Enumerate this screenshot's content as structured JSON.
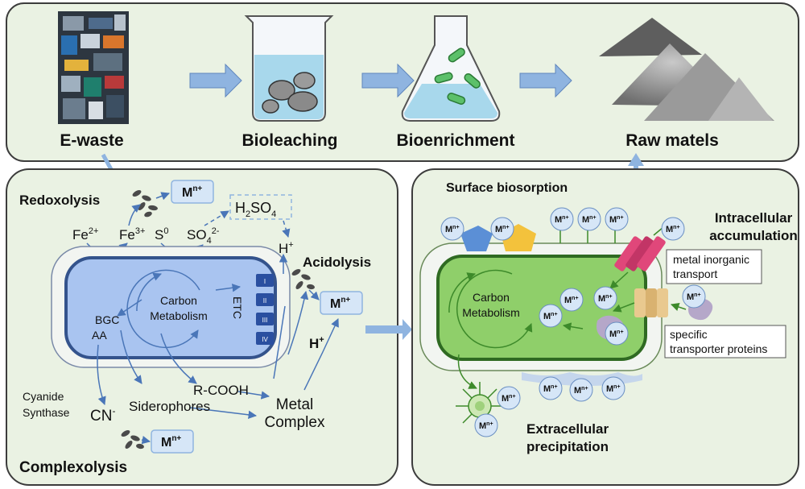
{
  "top_flow": {
    "steps": [
      "E-waste",
      "Bioleaching",
      "Bioenrichment",
      "Raw matels"
    ]
  },
  "left_panel": {
    "redoxolysis": "Redoxolysis",
    "acidolysis": "Acidolysis",
    "complexolysis": "Complexolysis",
    "fe2": "Fe",
    "fe2_sup": "2+",
    "fe3": "Fe",
    "fe3_sup": "3+",
    "s0": "S",
    "s0_sup": "0",
    "so4": "SO",
    "so4_sub": "4",
    "so4_sup": "2-",
    "h2so4_h": "H",
    "h2so4_2": "2",
    "h2so4_so": "SO",
    "h2so4_4": "4",
    "h_plus": "H",
    "h_plus_sup": "+",
    "h_plus_bold": "H",
    "h_plus_bold_sup": "+",
    "carbon_metabolism_1": "Carbon",
    "carbon_metabolism_2": "Metabolism",
    "etc": "ETC",
    "etc_complexes": [
      "I",
      "II",
      "III",
      "IV"
    ],
    "bgc": "BGC",
    "aa": "AA",
    "cyanide_1": "Cyanide",
    "cyanide_2": "Synthase",
    "cn": "CN",
    "cn_sup": "-",
    "siderophores": "Siderophores",
    "rcooh": "R-COOH",
    "metal_complex_1": "Metal",
    "metal_complex_2": "Complex"
  },
  "metal_ion": {
    "base": "M",
    "sup": "n+"
  },
  "right_panel": {
    "surface_biosorption": "Surface biosorption",
    "intracellular_1": "Intracellular",
    "intracellular_2": "accumulation",
    "carbon_metabolism_1": "Carbon",
    "carbon_metabolism_2": "Metabolism",
    "metal_inorganic_1": "metal inorganic",
    "metal_inorganic_2": "transport",
    "specific_1": "specific",
    "specific_2": "transporter proteins",
    "extracellular_1": "Extracellular",
    "extracellular_2": "precipitation"
  },
  "colors": {
    "panel_fill": "#eaf2e3",
    "panel_stroke": "#3c3c3c",
    "arrow_blue": "#8fb4e0",
    "cell_blue": "#a9c4f0",
    "cell_green": "#8fcf6a",
    "ion_fill": "#d6e6f7",
    "pink": "#e0477a",
    "yellow": "#f3c23c",
    "blue_hex": "#5b8fd6",
    "tan": "#e9c98f"
  }
}
